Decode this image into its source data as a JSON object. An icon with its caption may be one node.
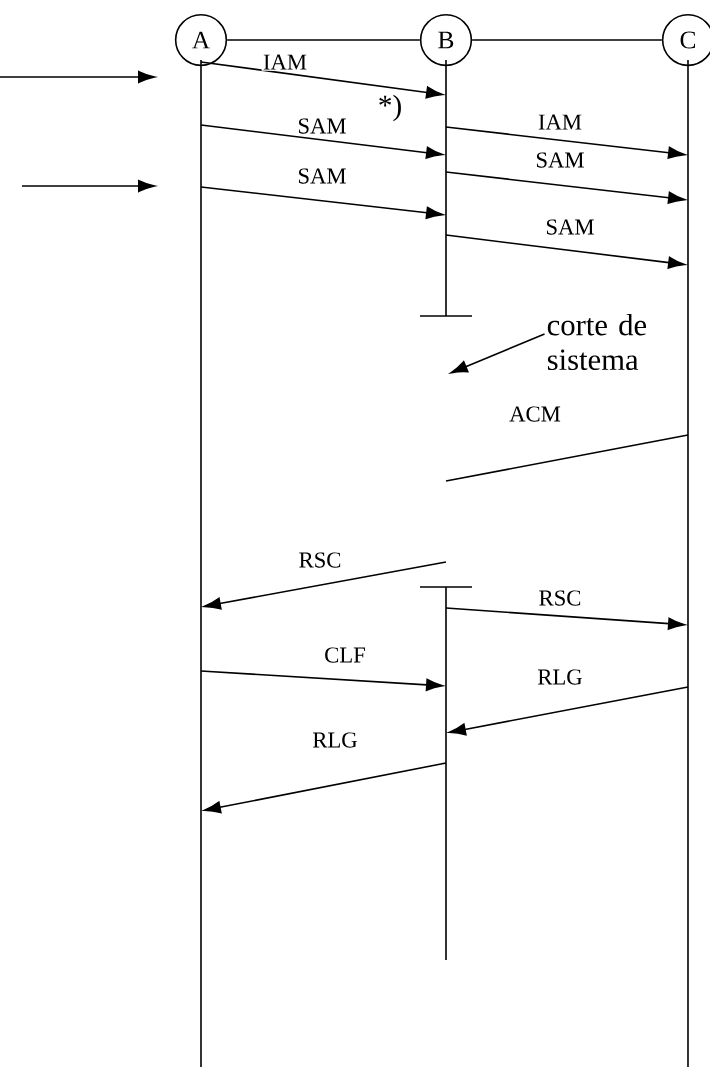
{
  "diagram": {
    "nodes": [
      {
        "text": [
          "A"
        ]
      },
      {
        "text": [
          "B"
        ]
      },
      {
        "text": [
          "C"
        ]
      },
      {
        "text": [],
        "shape": "line"
      },
      {
        "text": [],
        "shape": "line"
      },
      {
        "text": [],
        "shape": "line"
      },
      {
        "text": [
          "corte de sistema"
        ]
      }
    ],
    "edges": [
      {
        "from": 0,
        "to": 1,
        "arrow": "none"
      },
      {
        "from": 1,
        "to": 2,
        "arrow": "none"
      },
      {
        "from": 3,
        "to": 4,
        "arrow": "to",
        "label": "IAM"
      },
      {
        "from": 3,
        "to": 4,
        "arrow": "to",
        "label": "SAM"
      },
      {
        "from": 3,
        "to": 4,
        "arrow": "to",
        "label": "SAM"
      },
      {
        "from": 4,
        "to": 5,
        "arrow": "to",
        "label": "IAM"
      },
      {
        "from": 4,
        "to": 5,
        "arrow": "to",
        "label": "SAM"
      },
      {
        "from": 4,
        "to": 5,
        "arrow": "to",
        "label": "SAM"
      },
      {
        "from": 6,
        "to": 4,
        "arrow": "to"
      },
      {
        "from": 5,
        "to": 4,
        "arrow": "none",
        "label": "ACM"
      },
      {
        "from": 4,
        "to": 3,
        "arrow": "to",
        "label": "RSC"
      },
      {
        "from": 4,
        "to": 5,
        "arrow": "to",
        "label": "RSC"
      },
      {
        "from": 3,
        "to": 4,
        "arrow": "to",
        "label": "CLF"
      },
      {
        "from": 5,
        "to": 4,
        "arrow": "to",
        "label": "RLG"
      },
      {
        "from": 4,
        "to": 3,
        "arrow": "to",
        "label": "RLG"
      }
    ],
    "labels": [
      "*)"
    ]
  }
}
